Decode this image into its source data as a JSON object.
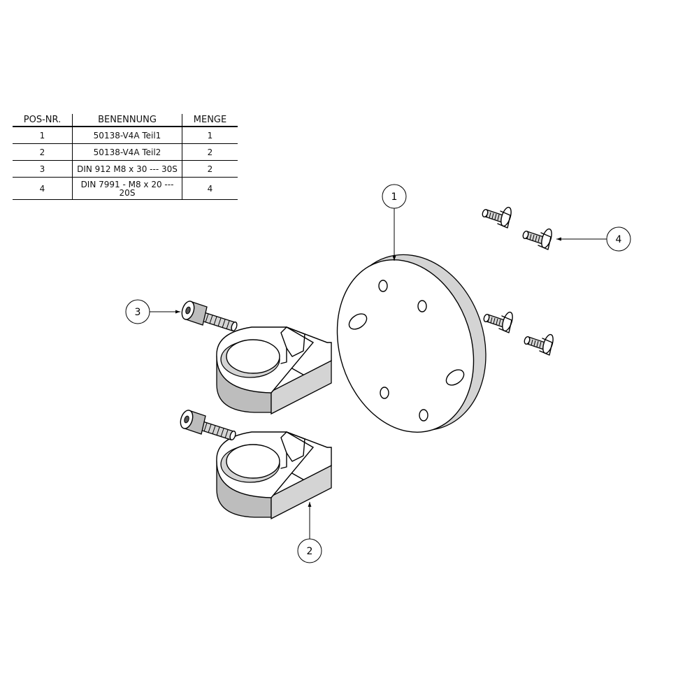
{
  "bom": {
    "headers": [
      "POS-NR.",
      "BENENNUNG",
      "MENGE"
    ],
    "rows": [
      {
        "pos": "1",
        "name": "50138-V4A Teil1",
        "qty": "1"
      },
      {
        "pos": "2",
        "name": "50138-V4A Teil2",
        "qty": "2"
      },
      {
        "pos": "3",
        "name": "DIN 912 M8 x 30 --- 30S",
        "qty": "2"
      },
      {
        "pos": "4",
        "name": "DIN 7991 - M8 x 20 --- 20S",
        "qty": "4"
      }
    ]
  },
  "callouts": [
    "1",
    "2",
    "3",
    "4"
  ]
}
